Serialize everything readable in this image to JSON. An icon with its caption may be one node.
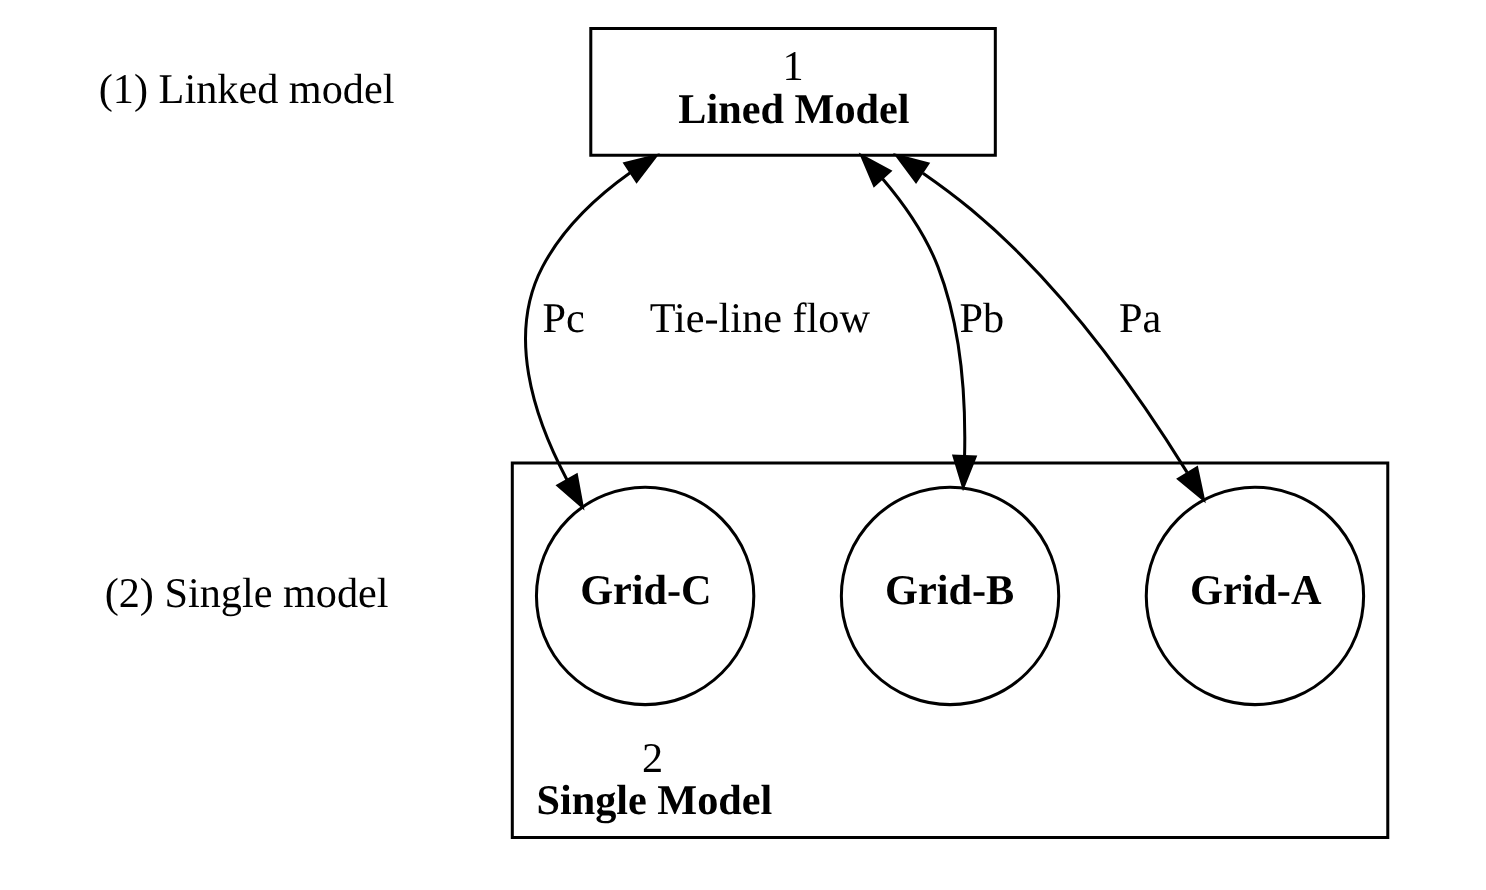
{
  "diagram": {
    "nodes": [
      {
        "text": [
          "1",
          "Lined Model"
        ]
      },
      {
        "text": [
          "2",
          "Single Model"
        ]
      },
      {
        "text": [
          "Grid-A"
        ],
        "in": 1
      },
      {
        "text": [
          "Grid-B"
        ],
        "in": 1
      },
      {
        "text": [
          "Grid-C"
        ],
        "in": 1
      }
    ],
    "edges": [
      {
        "from": 0,
        "to": 2,
        "arrow": "both",
        "label": "Pa"
      },
      {
        "from": 0,
        "to": 3,
        "arrow": "both",
        "label": "Pb"
      },
      {
        "from": 0,
        "to": 4,
        "arrow": "both",
        "label": "Pc"
      }
    ],
    "labels": [
      "(1) Linked model",
      "Tie-line flow",
      "(2) Single model"
    ]
  }
}
